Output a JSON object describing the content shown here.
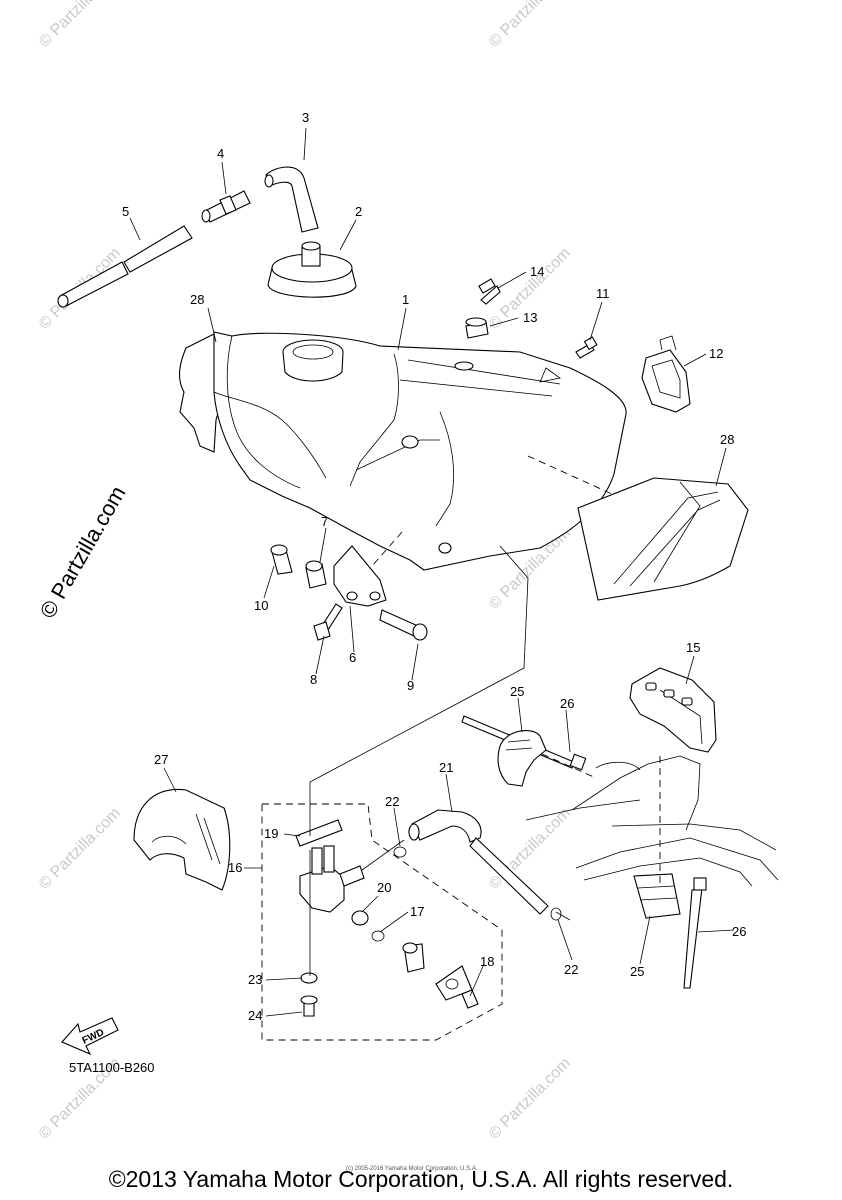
{
  "callouts": [
    "1",
    "2",
    "3",
    "4",
    "5",
    "6",
    "7",
    "8",
    "9",
    "10",
    "11",
    "12",
    "13",
    "14",
    "15",
    "16",
    "17",
    "18",
    "19",
    "20",
    "21",
    "22",
    "23",
    "24",
    "25",
    "26",
    "27",
    "28"
  ],
  "watermark": {
    "side_text": "© Partzilla.com",
    "tile_text": "© Partzilla.com"
  },
  "fwd_label": "FWD",
  "reference_code": "5TA1100-B260",
  "tiny_copyright": "(c) 2005-2016 Yamaha Motor Corporation, U.S.A.",
  "copyright": "©2013 Yamaha Motor Corporation, U.S.A. All rights reserved."
}
